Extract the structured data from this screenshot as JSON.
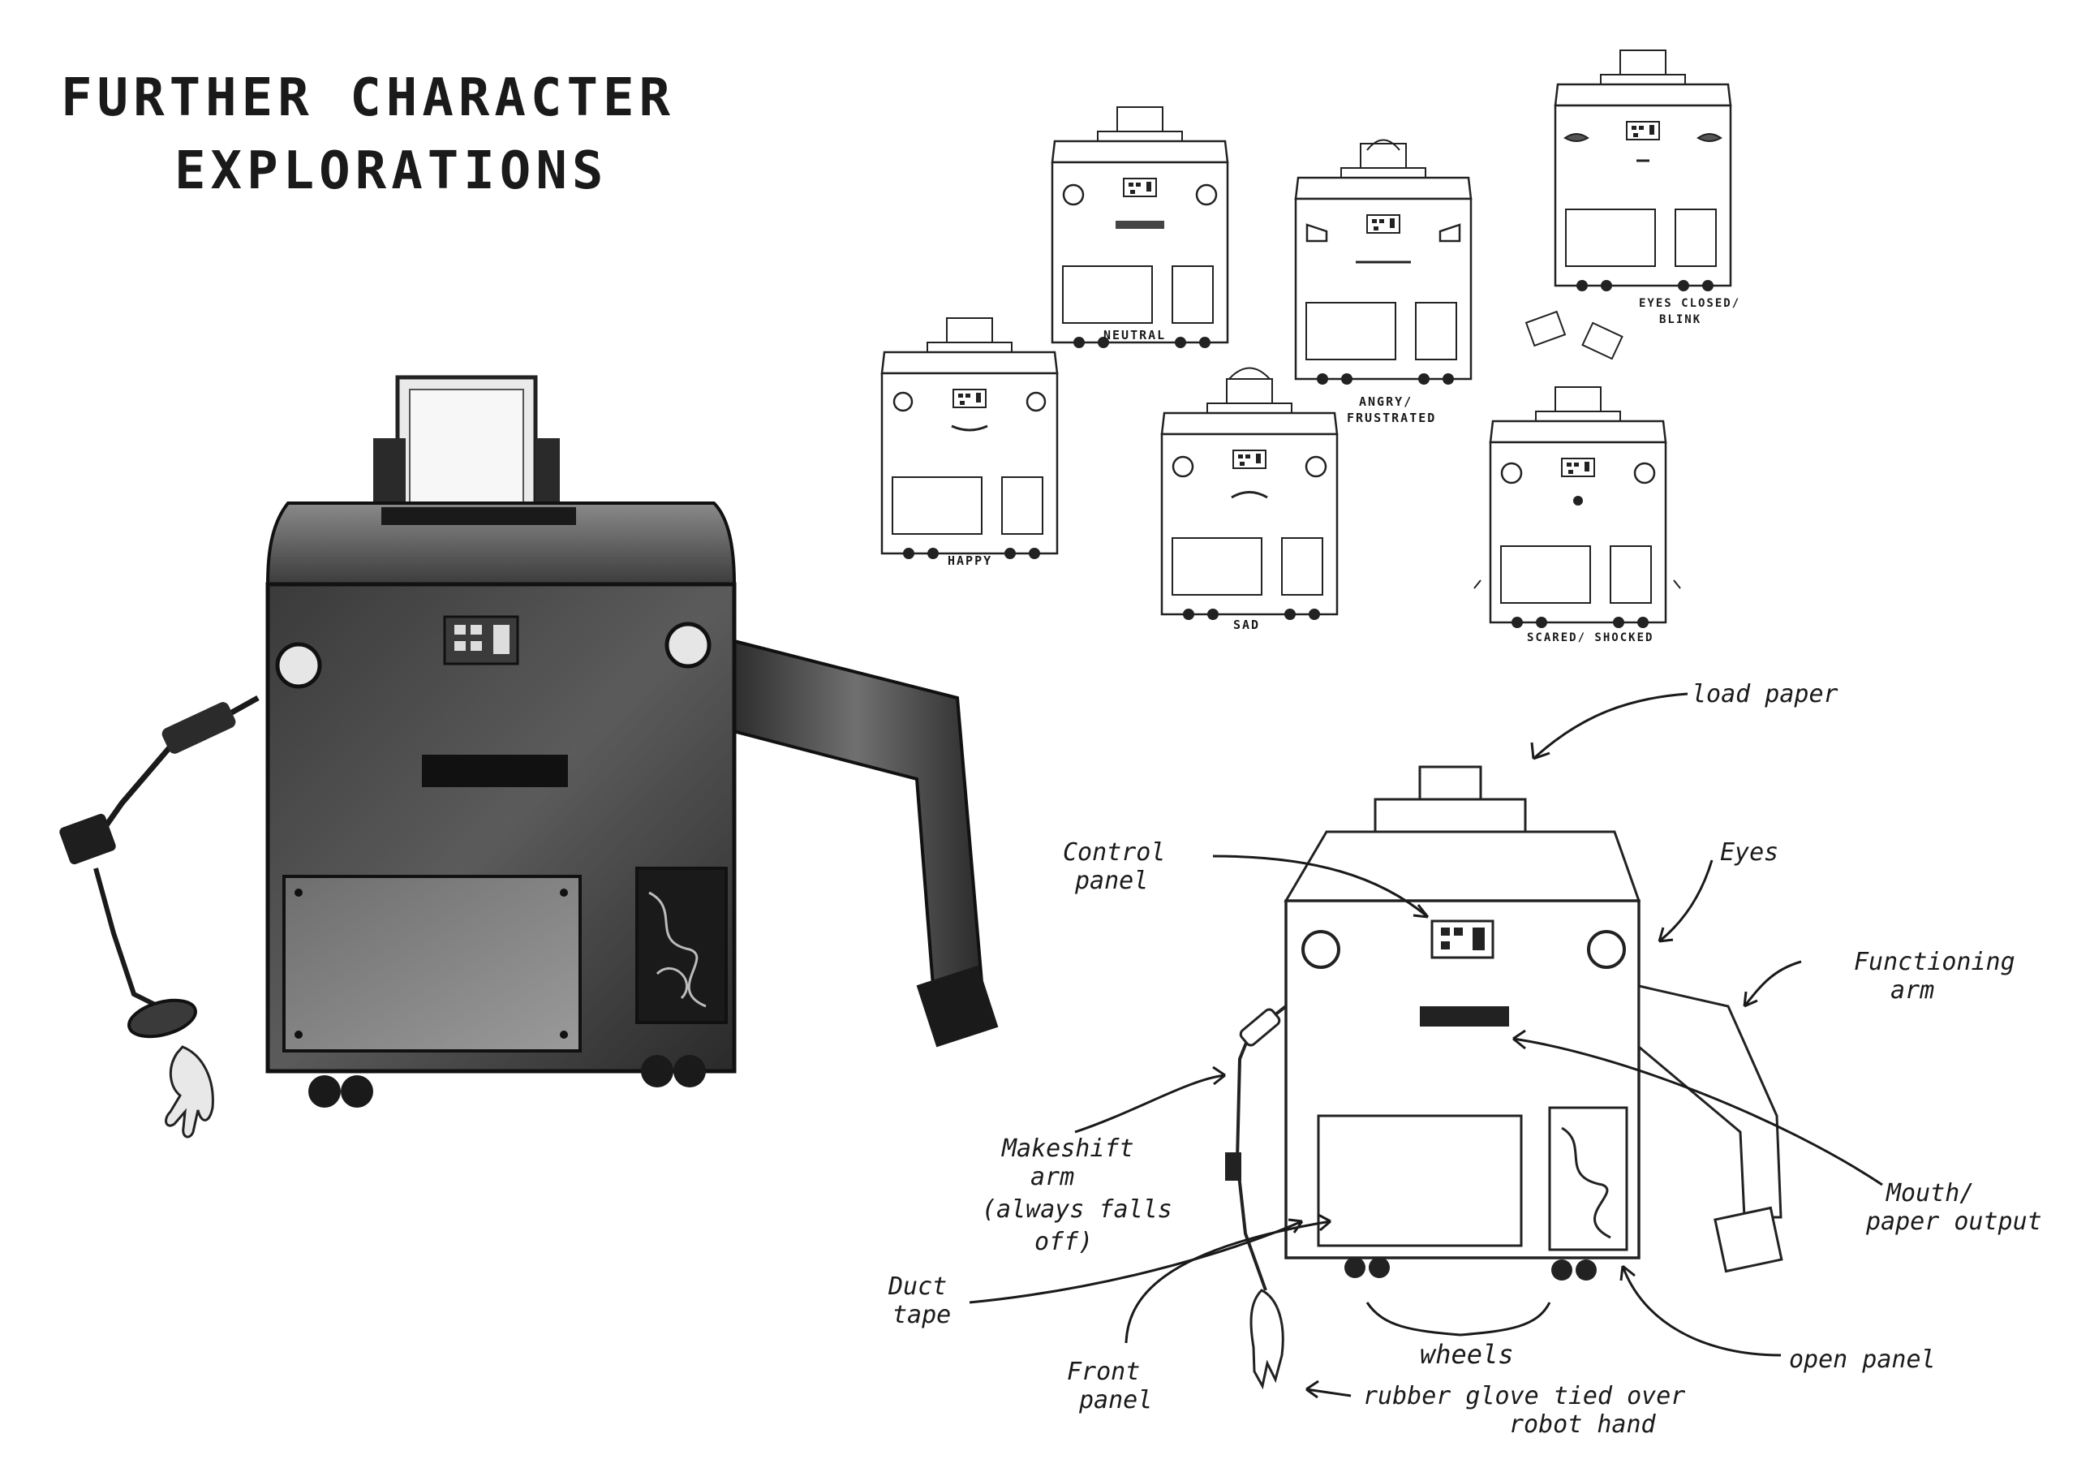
{
  "title": {
    "line1": "FURTHER CHARACTER",
    "line2": "EXPLORATIONS"
  },
  "expressions": [
    {
      "label": "NEUTRAL"
    },
    {
      "label": "ANGRY/"
    },
    {
      "label": "FRUSTRATED"
    },
    {
      "label": "EYES CLOSED/"
    },
    {
      "label": "BLINK"
    },
    {
      "label": "HAPPY"
    },
    {
      "label": "SAD"
    },
    {
      "label": "SCARED/ SHOCKED"
    }
  ],
  "annotations": {
    "load_paper": "load paper",
    "control_panel_1": "Control",
    "control_panel_2": "panel",
    "eyes": "Eyes",
    "functioning_arm_1": "Functioning",
    "functioning_arm_2": "arm",
    "makeshift_arm_1": "Makeshift",
    "makeshift_arm_2": "arm",
    "makeshift_arm_3": "(always falls",
    "makeshift_arm_4": "off)",
    "mouth_1": "Mouth/",
    "mouth_2": "paper output",
    "duct_tape_1": "Duct",
    "duct_tape_2": "tape",
    "wheels": "wheels",
    "front_panel_1": "Front",
    "front_panel_2": "panel",
    "open_panel": "open panel",
    "glove_1": "rubber glove tied over",
    "glove_2": "robot hand"
  },
  "colors": {
    "ink": "#1a1a1a",
    "shade_dark": "#2b2b2b",
    "shade_mid": "#5a5a5a",
    "paper": "#ffffff"
  },
  "icons": {
    "robot": "paper-shredder-robot"
  }
}
